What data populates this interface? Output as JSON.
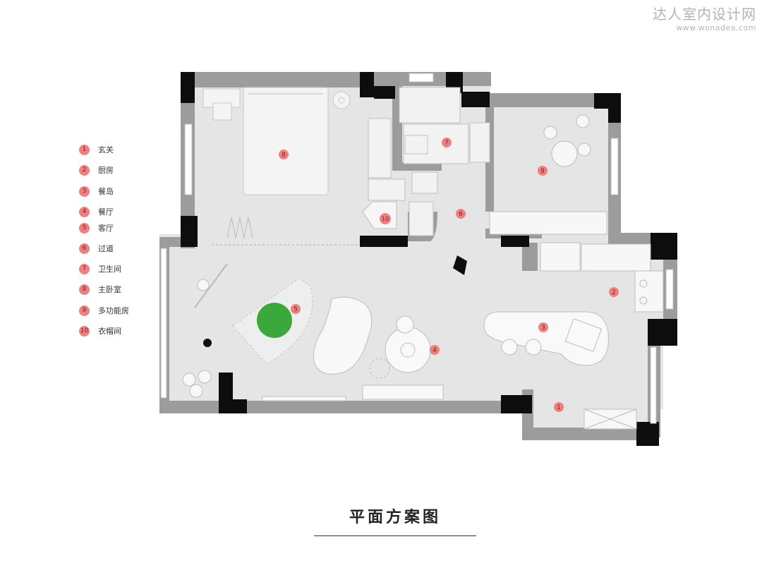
{
  "watermark": {
    "brand": "达人室内设计网",
    "url": "www.wonadea.com"
  },
  "legend": [
    {
      "num": "1",
      "label": "玄关"
    },
    {
      "num": "2",
      "label": "厨房"
    },
    {
      "num": "3",
      "label": "餐岛"
    },
    {
      "num": "4",
      "label": "餐厅"
    },
    {
      "num": "5",
      "label": "客厅"
    },
    {
      "num": "6",
      "label": "过道"
    },
    {
      "num": "7",
      "label": "卫生间"
    },
    {
      "num": "8",
      "label": "主卧室"
    },
    {
      "num": "9",
      "label": "多功能房"
    },
    {
      "num": "10",
      "label": "衣帽间"
    }
  ],
  "markers": [
    "1",
    "2",
    "3",
    "4",
    "5",
    "6",
    "7",
    "8",
    "9",
    "10"
  ],
  "caption": "平面方案图",
  "colors": {
    "wall": "#9c9c9c",
    "column": "#0d0d0d",
    "floor": "#e5e5e5",
    "marker": "#f07f7f",
    "rug_accent": "#3aa83a"
  }
}
